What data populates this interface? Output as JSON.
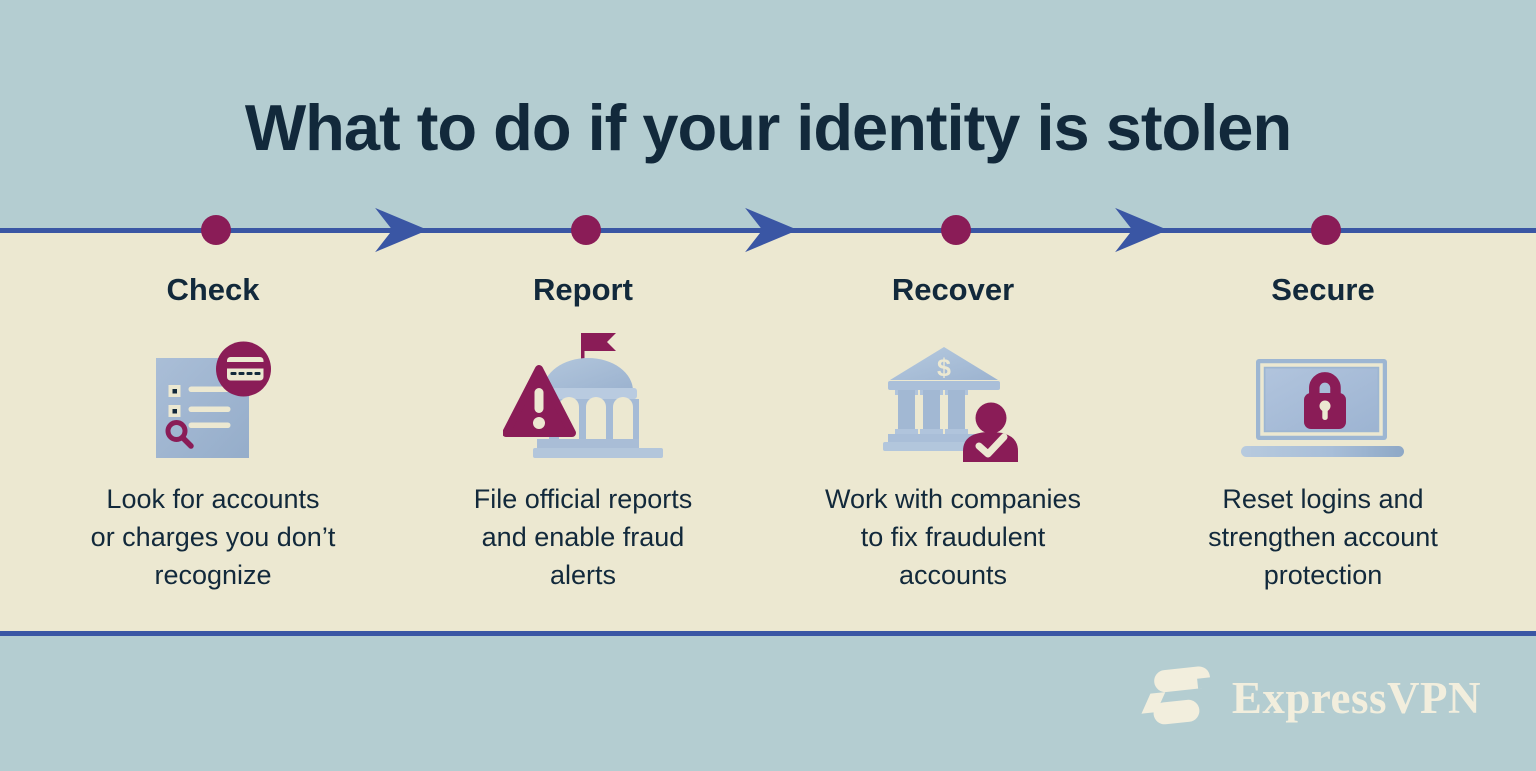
{
  "title": "What to do if your identity is stolen",
  "colors": {
    "section_bg": "#b4cdd1",
    "band_bg": "#ece8d1",
    "timeline_blue": "#3a56a4",
    "accent_magenta": "#8a1c57",
    "text_navy": "#12293b",
    "icon_blue": "#9fb6d0",
    "icon_blue_light": "#b3c7dd",
    "logo_cream": "#f2eedd"
  },
  "timeline": {
    "dot_icon": "timeline-dot",
    "arrow_icon": "arrow-right-icon",
    "dot_count": 4,
    "arrow_count": 3
  },
  "steps": [
    {
      "label": "Check",
      "icon": "document-creditcard-magnifier-icon",
      "description": [
        "Look for accounts",
        "or charges you don’t",
        "recognize"
      ]
    },
    {
      "label": "Report",
      "icon": "government-building-warning-icon",
      "description": [
        "File official reports",
        "and enable fraud",
        "alerts"
      ]
    },
    {
      "label": "Recover",
      "icon": "bank-person-check-icon",
      "description": [
        "Work with companies",
        "to fix fraudulent",
        "accounts"
      ]
    },
    {
      "label": "Secure",
      "icon": "laptop-padlock-icon",
      "description": [
        "Reset logins and",
        "strengthen account",
        "protection"
      ]
    }
  ],
  "footer": {
    "brand": "ExpressVPN",
    "logo_icon": "expressvpn-logo-icon"
  }
}
